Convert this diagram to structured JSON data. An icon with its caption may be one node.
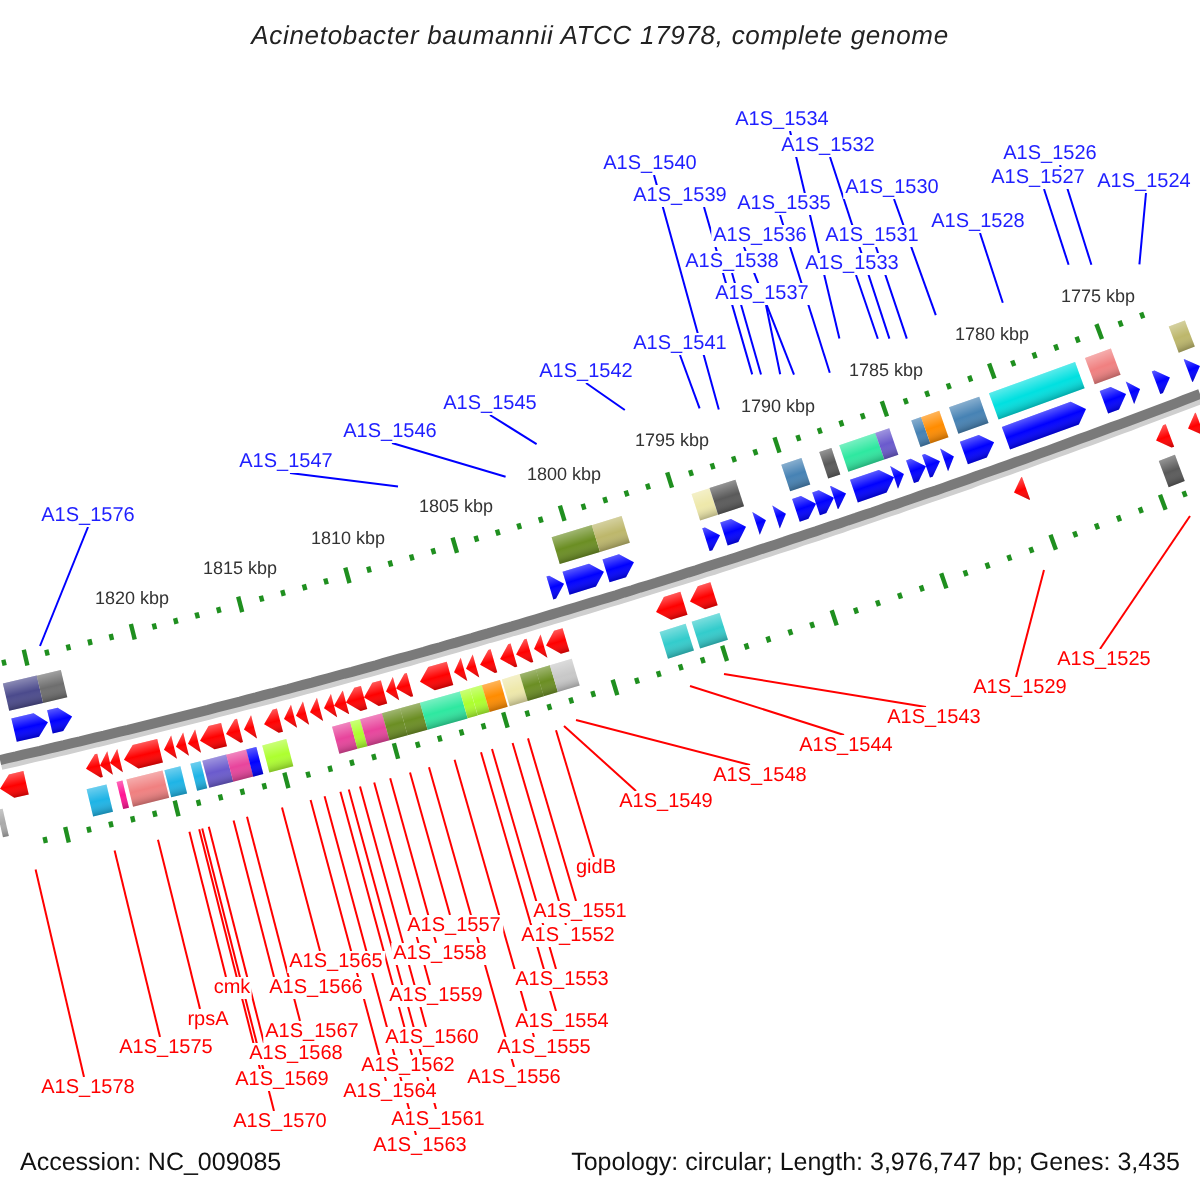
{
  "diagram": {
    "title": "Acinetobacter baumannii ATCC 17978, complete genome",
    "nodes": [
      {
        "text": [
          "A1S_1534"
        ]
      },
      {
        "text": [
          "A1S_1532"
        ]
      },
      {
        "text": [
          "A1S_1526"
        ]
      },
      {
        "text": [
          "A1S_1540"
        ]
      },
      {
        "text": [
          "A1S_1527"
        ]
      },
      {
        "text": [
          "A1S_1524"
        ]
      },
      {
        "text": [
          "A1S_1530"
        ]
      },
      {
        "text": [
          "A1S_1539"
        ]
      },
      {
        "text": [
          "A1S_1535"
        ]
      },
      {
        "text": [
          "A1S_1528"
        ]
      },
      {
        "text": [
          "A1S_1536"
        ]
      },
      {
        "text": [
          "A1S_1531"
        ]
      },
      {
        "text": [
          "A1S_1538"
        ]
      },
      {
        "text": [
          "A1S_1533"
        ]
      },
      {
        "text": [
          "A1S_1537"
        ]
      },
      {
        "text": [
          "A1S_1541"
        ]
      },
      {
        "text": [
          "A1S_1542"
        ]
      },
      {
        "text": [
          "A1S_1545"
        ]
      },
      {
        "text": [
          "A1S_1546"
        ]
      },
      {
        "text": [
          "A1S_1547"
        ]
      },
      {
        "text": [
          "A1S_1576"
        ]
      },
      {
        "text": [
          "A1S_1525"
        ]
      },
      {
        "text": [
          "A1S_1529"
        ]
      },
      {
        "text": [
          "A1S_1543"
        ]
      },
      {
        "text": [
          "A1S_1544"
        ]
      },
      {
        "text": [
          "A1S_1548"
        ]
      },
      {
        "text": [
          "A1S_1549"
        ]
      },
      {
        "text": [
          "gidB"
        ]
      },
      {
        "text": [
          "A1S_1551"
        ]
      },
      {
        "text": [
          "A1S_1557"
        ]
      },
      {
        "text": [
          "A1S_1552"
        ]
      },
      {
        "text": [
          "A1S_1565"
        ]
      },
      {
        "text": [
          "A1S_1558"
        ]
      },
      {
        "text": [
          "A1S_1553"
        ]
      },
      {
        "text": [
          "cmk"
        ]
      },
      {
        "text": [
          "A1S_1566"
        ]
      },
      {
        "text": [
          "A1S_1559"
        ]
      },
      {
        "text": [
          "rpsA"
        ]
      },
      {
        "text": [
          "A1S_1554"
        ]
      },
      {
        "text": [
          "A1S_1567"
        ]
      },
      {
        "text": [
          "A1S_1560"
        ]
      },
      {
        "text": [
          "A1S_1575"
        ]
      },
      {
        "text": [
          "A1S_1555"
        ]
      },
      {
        "text": [
          "A1S_1568"
        ]
      },
      {
        "text": [
          "A1S_1562"
        ]
      },
      {
        "text": [
          "A1S_1556"
        ]
      },
      {
        "text": [
          "A1S_1569"
        ]
      },
      {
        "text": [
          "A1S_1578"
        ]
      },
      {
        "text": [
          "A1S_1564"
        ]
      },
      {
        "text": [
          "A1S_1561"
        ]
      },
      {
        "text": [
          "A1S_1570"
        ]
      },
      {
        "text": [
          "A1S_1563"
        ]
      }
    ],
    "edges": [
      {
        "from": 0,
        "to": null,
        "arrow": "none",
        "color": "#0000ff"
      },
      {
        "from": 1,
        "to": null,
        "arrow": "none",
        "color": "#0000ff"
      },
      {
        "from": 2,
        "to": null,
        "arrow": "none",
        "color": "#0000ff"
      },
      {
        "from": 3,
        "to": null,
        "arrow": "none",
        "color": "#0000ff"
      },
      {
        "from": 4,
        "to": null,
        "arrow": "none",
        "color": "#0000ff"
      },
      {
        "from": 5,
        "to": null,
        "arrow": "none",
        "color": "#0000ff"
      },
      {
        "from": 6,
        "to": null,
        "arrow": "none",
        "color": "#0000ff"
      },
      {
        "from": 7,
        "to": null,
        "arrow": "none",
        "color": "#0000ff"
      },
      {
        "from": 8,
        "to": null,
        "arrow": "none",
        "color": "#0000ff"
      },
      {
        "from": 9,
        "to": null,
        "arrow": "none",
        "color": "#0000ff"
      },
      {
        "from": 10,
        "to": null,
        "arrow": "none",
        "color": "#0000ff"
      },
      {
        "from": 11,
        "to": null,
        "arrow": "none",
        "color": "#0000ff"
      },
      {
        "from": 12,
        "to": null,
        "arrow": "none",
        "color": "#0000ff"
      },
      {
        "from": 13,
        "to": null,
        "arrow": "none",
        "color": "#0000ff"
      },
      {
        "from": 14,
        "to": null,
        "arrow": "none",
        "color": "#0000ff"
      },
      {
        "from": 15,
        "to": null,
        "arrow": "none",
        "color": "#0000ff"
      },
      {
        "from": 16,
        "to": null,
        "arrow": "none",
        "color": "#0000ff"
      },
      {
        "from": 17,
        "to": null,
        "arrow": "none",
        "color": "#0000ff"
      },
      {
        "from": 18,
        "to": null,
        "arrow": "none",
        "color": "#0000ff"
      },
      {
        "from": 19,
        "to": null,
        "arrow": "none",
        "color": "#0000ff"
      },
      {
        "from": 20,
        "to": null,
        "arrow": "none",
        "color": "#0000ff"
      },
      {
        "from": 21,
        "to": null,
        "arrow": "none"
      },
      {
        "from": 22,
        "to": null,
        "arrow": "none"
      },
      {
        "from": 23,
        "to": null,
        "arrow": "none"
      },
      {
        "from": 24,
        "to": null,
        "arrow": "none"
      },
      {
        "from": 25,
        "to": null,
        "arrow": "none"
      },
      {
        "from": 26,
        "to": null,
        "arrow": "none"
      },
      {
        "from": 27,
        "to": null,
        "arrow": "none"
      },
      {
        "from": 28,
        "to": null,
        "arrow": "none"
      },
      {
        "from": 29,
        "to": null,
        "arrow": "none"
      },
      {
        "from": 30,
        "to": null,
        "arrow": "none"
      },
      {
        "from": 31,
        "to": null,
        "arrow": "none"
      },
      {
        "from": 32,
        "to": null,
        "arrow": "none"
      },
      {
        "from": 33,
        "to": null,
        "arrow": "none"
      },
      {
        "from": 34,
        "to": null,
        "arrow": "none"
      },
      {
        "from": 35,
        "to": null,
        "arrow": "none"
      },
      {
        "from": 36,
        "to": null,
        "arrow": "none"
      },
      {
        "from": 37,
        "to": null,
        "arrow": "none"
      },
      {
        "from": 38,
        "to": null,
        "arrow": "none"
      },
      {
        "from": 39,
        "to": null,
        "arrow": "none"
      },
      {
        "from": 40,
        "to": null,
        "arrow": "none"
      },
      {
        "from": 41,
        "to": null,
        "arrow": "none"
      },
      {
        "from": 42,
        "to": null,
        "arrow": "none"
      },
      {
        "from": 43,
        "to": null,
        "arrow": "none"
      },
      {
        "from": 44,
        "to": null,
        "arrow": "none"
      },
      {
        "from": 45,
        "to": null,
        "arrow": "none"
      },
      {
        "from": 46,
        "to": null,
        "arrow": "none"
      },
      {
        "from": 47,
        "to": null,
        "arrow": "none"
      },
      {
        "from": 48,
        "to": null,
        "arrow": "none"
      },
      {
        "from": 49,
        "to": null,
        "arrow": "none"
      },
      {
        "from": 50,
        "to": null,
        "arrow": "none"
      },
      {
        "from": 51,
        "to": null,
        "arrow": "none"
      }
    ],
    "labels": [
      "1775 kbp",
      "1780 kbp",
      "1785 kbp",
      "1790 kbp",
      "1795 kbp",
      "1800 kbp",
      "1805 kbp",
      "1810 kbp",
      "1815 kbp",
      "1820 kbp",
      "Accession: NC_009085",
      "Topology: circular; Length: 3,976,747 bp; Genes: 3,435"
    ]
  }
}
